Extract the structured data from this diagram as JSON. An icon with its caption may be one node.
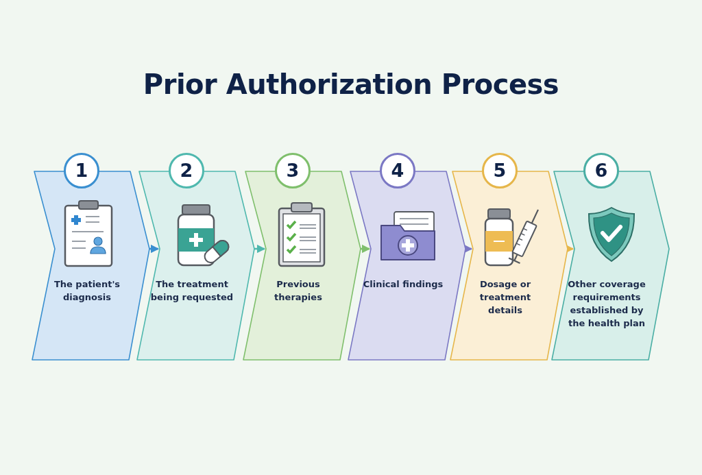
{
  "diagram": {
    "title": "Prior Authorization Process",
    "nodes": [
      {
        "text": [
          "1",
          "The patient's diagnosis"
        ]
      },
      {
        "text": [
          "2",
          "The treatment being requested"
        ]
      },
      {
        "text": [
          "3",
          "Previous therapies"
        ]
      },
      {
        "text": [
          "4",
          "Clinical findings"
        ]
      },
      {
        "text": [
          "5",
          "Dosage or treatment details"
        ]
      },
      {
        "text": [
          "6",
          "Other coverage requirements established by the health plan"
        ]
      }
    ],
    "edges": [
      {
        "from": 0,
        "to": 1,
        "arrow": "to",
        "color": "#3a8fd0"
      },
      {
        "from": 1,
        "to": 2,
        "arrow": "to",
        "color": "#4fb8ae"
      },
      {
        "from": 2,
        "to": 3,
        "arrow": "to",
        "color": "#7fbf6c"
      },
      {
        "from": 3,
        "to": 4,
        "arrow": "to",
        "color": "#7b78c4"
      },
      {
        "from": 4,
        "to": 5,
        "arrow": "to",
        "color": "#e6b64a"
      }
    ]
  }
}
